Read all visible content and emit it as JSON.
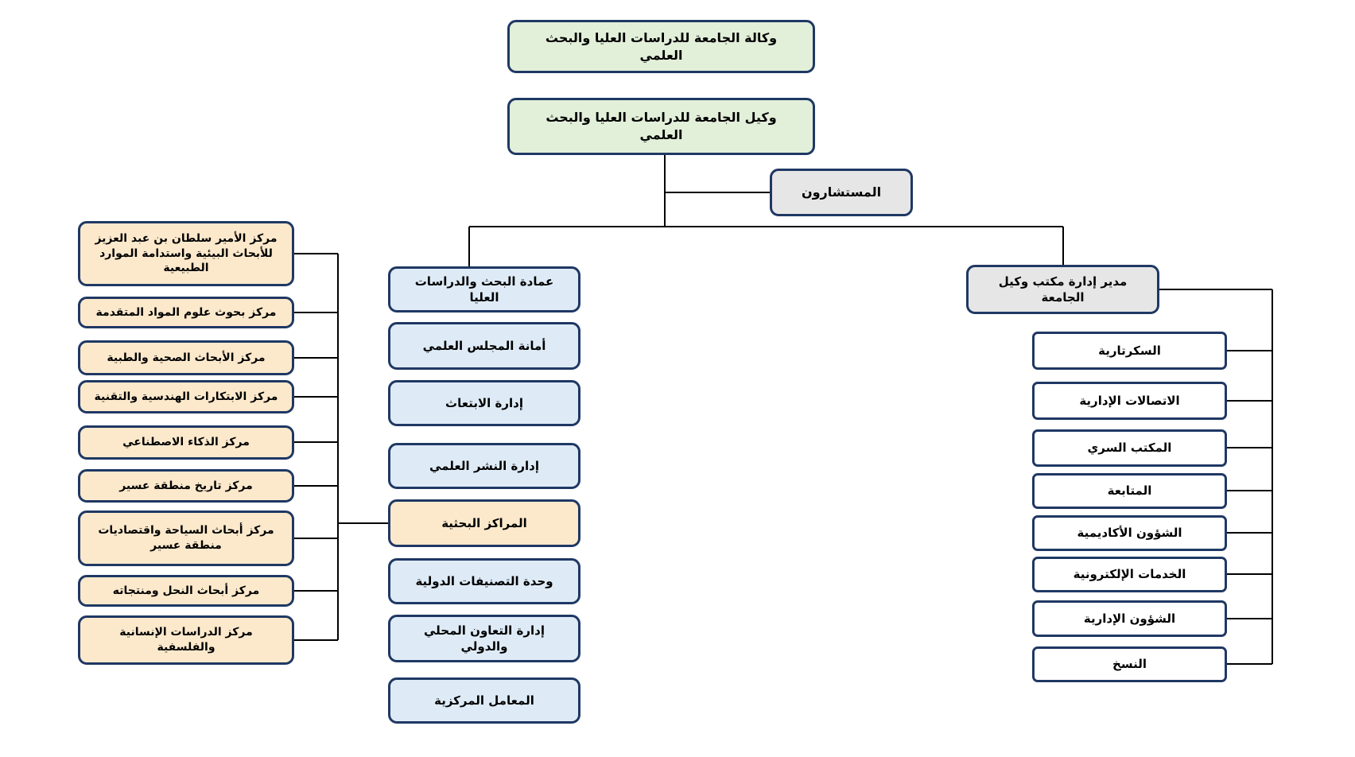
{
  "org_chart": {
    "agency": {
      "label": "وكالة الجامعة للدراسات العليا والبحث العلمي"
    },
    "vice_rector": {
      "label": "وكيل الجامعة للدراسات العليا والبحث العلمي"
    },
    "advisors": {
      "label": "المستشارون"
    },
    "deanship_column": {
      "items": [
        {
          "label": "عمادة البحث والدراسات العليا"
        },
        {
          "label": "أمانة المجلس العلمي"
        },
        {
          "label": "إدارة الابتعاث"
        },
        {
          "label": "إدارة النشر العلمي"
        },
        {
          "label": "المراكز البحثية"
        },
        {
          "label": "وحدة التصنيفات الدولية"
        },
        {
          "label": "إدارة التعاون المحلي والدولي"
        },
        {
          "label": "المعامل المركزية"
        }
      ]
    },
    "research_centers": {
      "items": [
        {
          "label": "مركز الأمير سلطان بن عبد العزيز للأبحاث البيئية واستدامة الموارد الطبيعية"
        },
        {
          "label": "مركز بحوث علوم المواد المتقدمة"
        },
        {
          "label": "مركز الأبحاث الصحية والطبية"
        },
        {
          "label": "مركز الابتكارات الهندسية والتقنية"
        },
        {
          "label": "مركز الذكاء الاصطناعي"
        },
        {
          "label": "مركز تاريخ منطقة عسير"
        },
        {
          "label": "مركز أبحاث السياحة واقتصاديات منطقة عسير"
        },
        {
          "label": "مركز أبحاث النحل ومنتجاته"
        },
        {
          "label": "مركز الدراسات الإنسانية والفلسفية"
        }
      ]
    },
    "office_column": {
      "head": {
        "label": "مدير إدارة مكتب وكيل الجامعة"
      },
      "items": [
        {
          "label": "السكرتارية"
        },
        {
          "label": "الاتصالات الإدارية"
        },
        {
          "label": "المكتب السري"
        },
        {
          "label": "المتابعة"
        },
        {
          "label": "الشؤون الأكاديمية"
        },
        {
          "label": "الخدمات الإلكترونية"
        },
        {
          "label": "الشؤون الإدارية"
        },
        {
          "label": "النسخ"
        }
      ]
    },
    "colors": {
      "box_border": "#1F3864",
      "green_fill": "#E2EFD9",
      "blue_fill": "#DEEBF7",
      "tan_fill": "#FCE9CC",
      "gray_fill": "#E7E6E6",
      "white_fill": "#FFFFFF",
      "connector_line": "#000000"
    }
  }
}
